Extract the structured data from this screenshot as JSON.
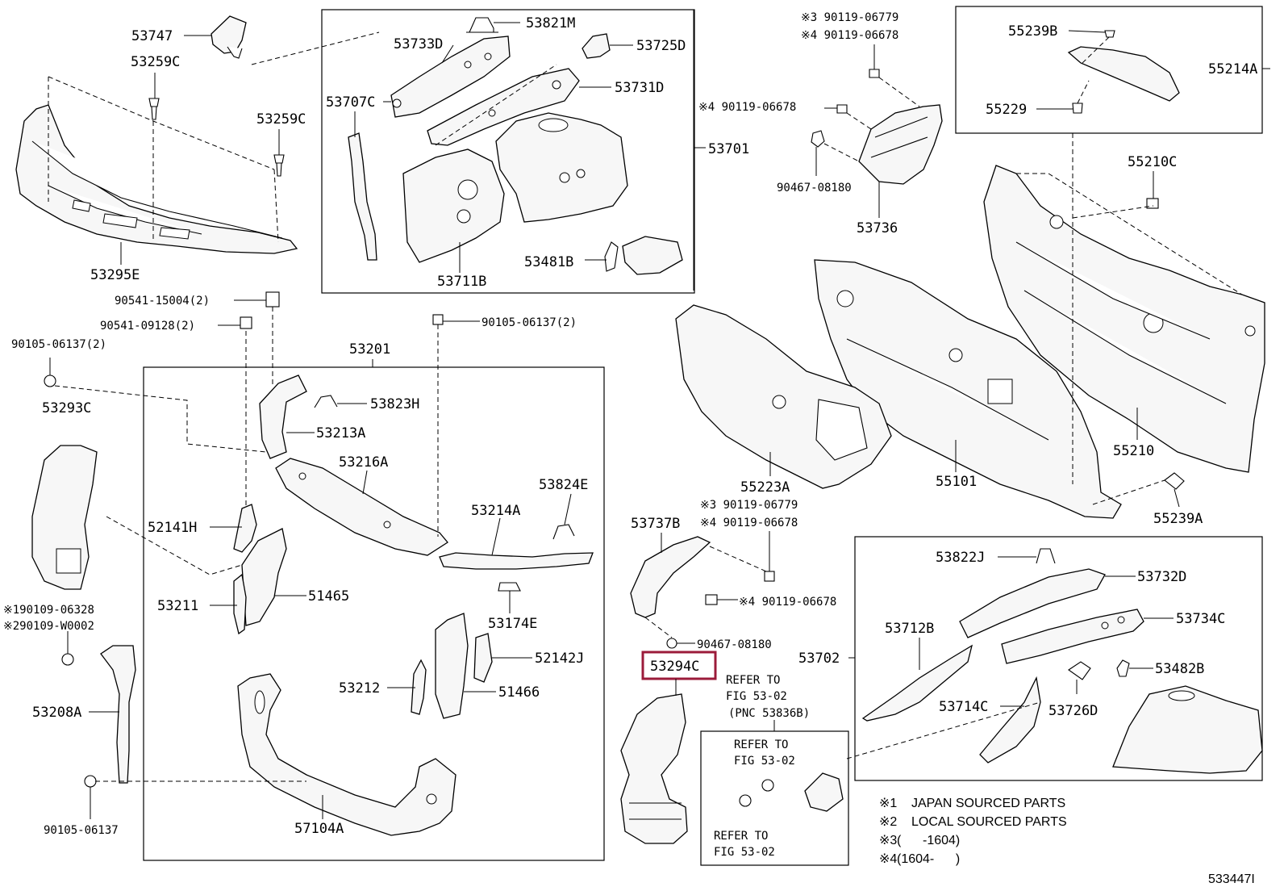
{
  "diagram_id": "533447I",
  "parts": {
    "p53747": "53747",
    "p53259c_a": "53259C",
    "p53259c_b": "53259C",
    "p53295e": "53295E",
    "p53733d": "53733D",
    "p53821m": "53821M",
    "p53725d": "53725D",
    "p53731d": "53731D",
    "p53707c": "53707C",
    "p53701": "53701",
    "p53711b": "53711B",
    "p53481b": "53481B",
    "p53736": "53736",
    "p55239b": "55239B",
    "p55214a": "55214A",
    "p55229": "55229",
    "p55210c": "55210C",
    "p55210": "55210",
    "p55101": "55101",
    "p55223a": "55223A",
    "p55239a": "55239A",
    "p53201": "53201",
    "p53293c": "53293C",
    "p53823h": "53823H",
    "p53213a": "53213A",
    "p53216a": "53216A",
    "p53824e": "53824E",
    "p53214a": "53214A",
    "p52141h": "52141H",
    "p53211": "53211",
    "p51465": "51465",
    "p53174e": "53174E",
    "p52142j": "52142J",
    "p53212": "53212",
    "p51466": "51466",
    "p53208a": "53208A",
    "p57104a": "57104A",
    "p53737b": "53737B",
    "p53294c": "53294C",
    "p53702": "53702",
    "p53822j": "53822J",
    "p53732d": "53732D",
    "p53712b": "53712B",
    "p53734c": "53734C",
    "p53714c": "53714C",
    "p53726d": "53726D",
    "p53482b": "53482B"
  },
  "fasteners": {
    "f_3_06779_a": "※3 90119-06779",
    "f_4_06678_a": "※4 90119-06678",
    "f_4_06678_b": "※4 90119-06678",
    "f_90467_a": "90467-08180",
    "f_15004": "90541-15004(2)",
    "f_09128": "90541-09128(2)",
    "f_06137_2a": "90105-06137(2)",
    "f_06137_2b": "90105-06137(2)",
    "f_3_06779_b": "※3 90119-06779",
    "f_4_06678_c": "※4 90119-06678",
    "f_4_06678_d": "※4 90119-06678",
    "f_90467_b": "90467-08180",
    "f_1_06328": "※190109-06328",
    "f_2_w0002": "※290109-W0002",
    "f_06137": "90105-06137"
  },
  "refer": {
    "r1_line1": "REFER TO",
    "r1_line2": "FIG 53-02",
    "r1_line3": "(PNC 53836B)",
    "r2_line1": "REFER TO",
    "r2_line2": "FIG 53-02",
    "r3_line1": "REFER TO",
    "r3_line2": "FIG 53-02"
  },
  "legend": [
    {
      "mark": "※1",
      "text": "JAPAN SOURCED PARTS"
    },
    {
      "mark": "※2",
      "text": "LOCAL SOURCED PARTS"
    },
    {
      "mark": "※3",
      "text": "(      -1604)"
    },
    {
      "mark": "※4",
      "text": "(1604-      )"
    }
  ],
  "highlight_color": "#9b1b3a",
  "highlighted_part": "53294C"
}
